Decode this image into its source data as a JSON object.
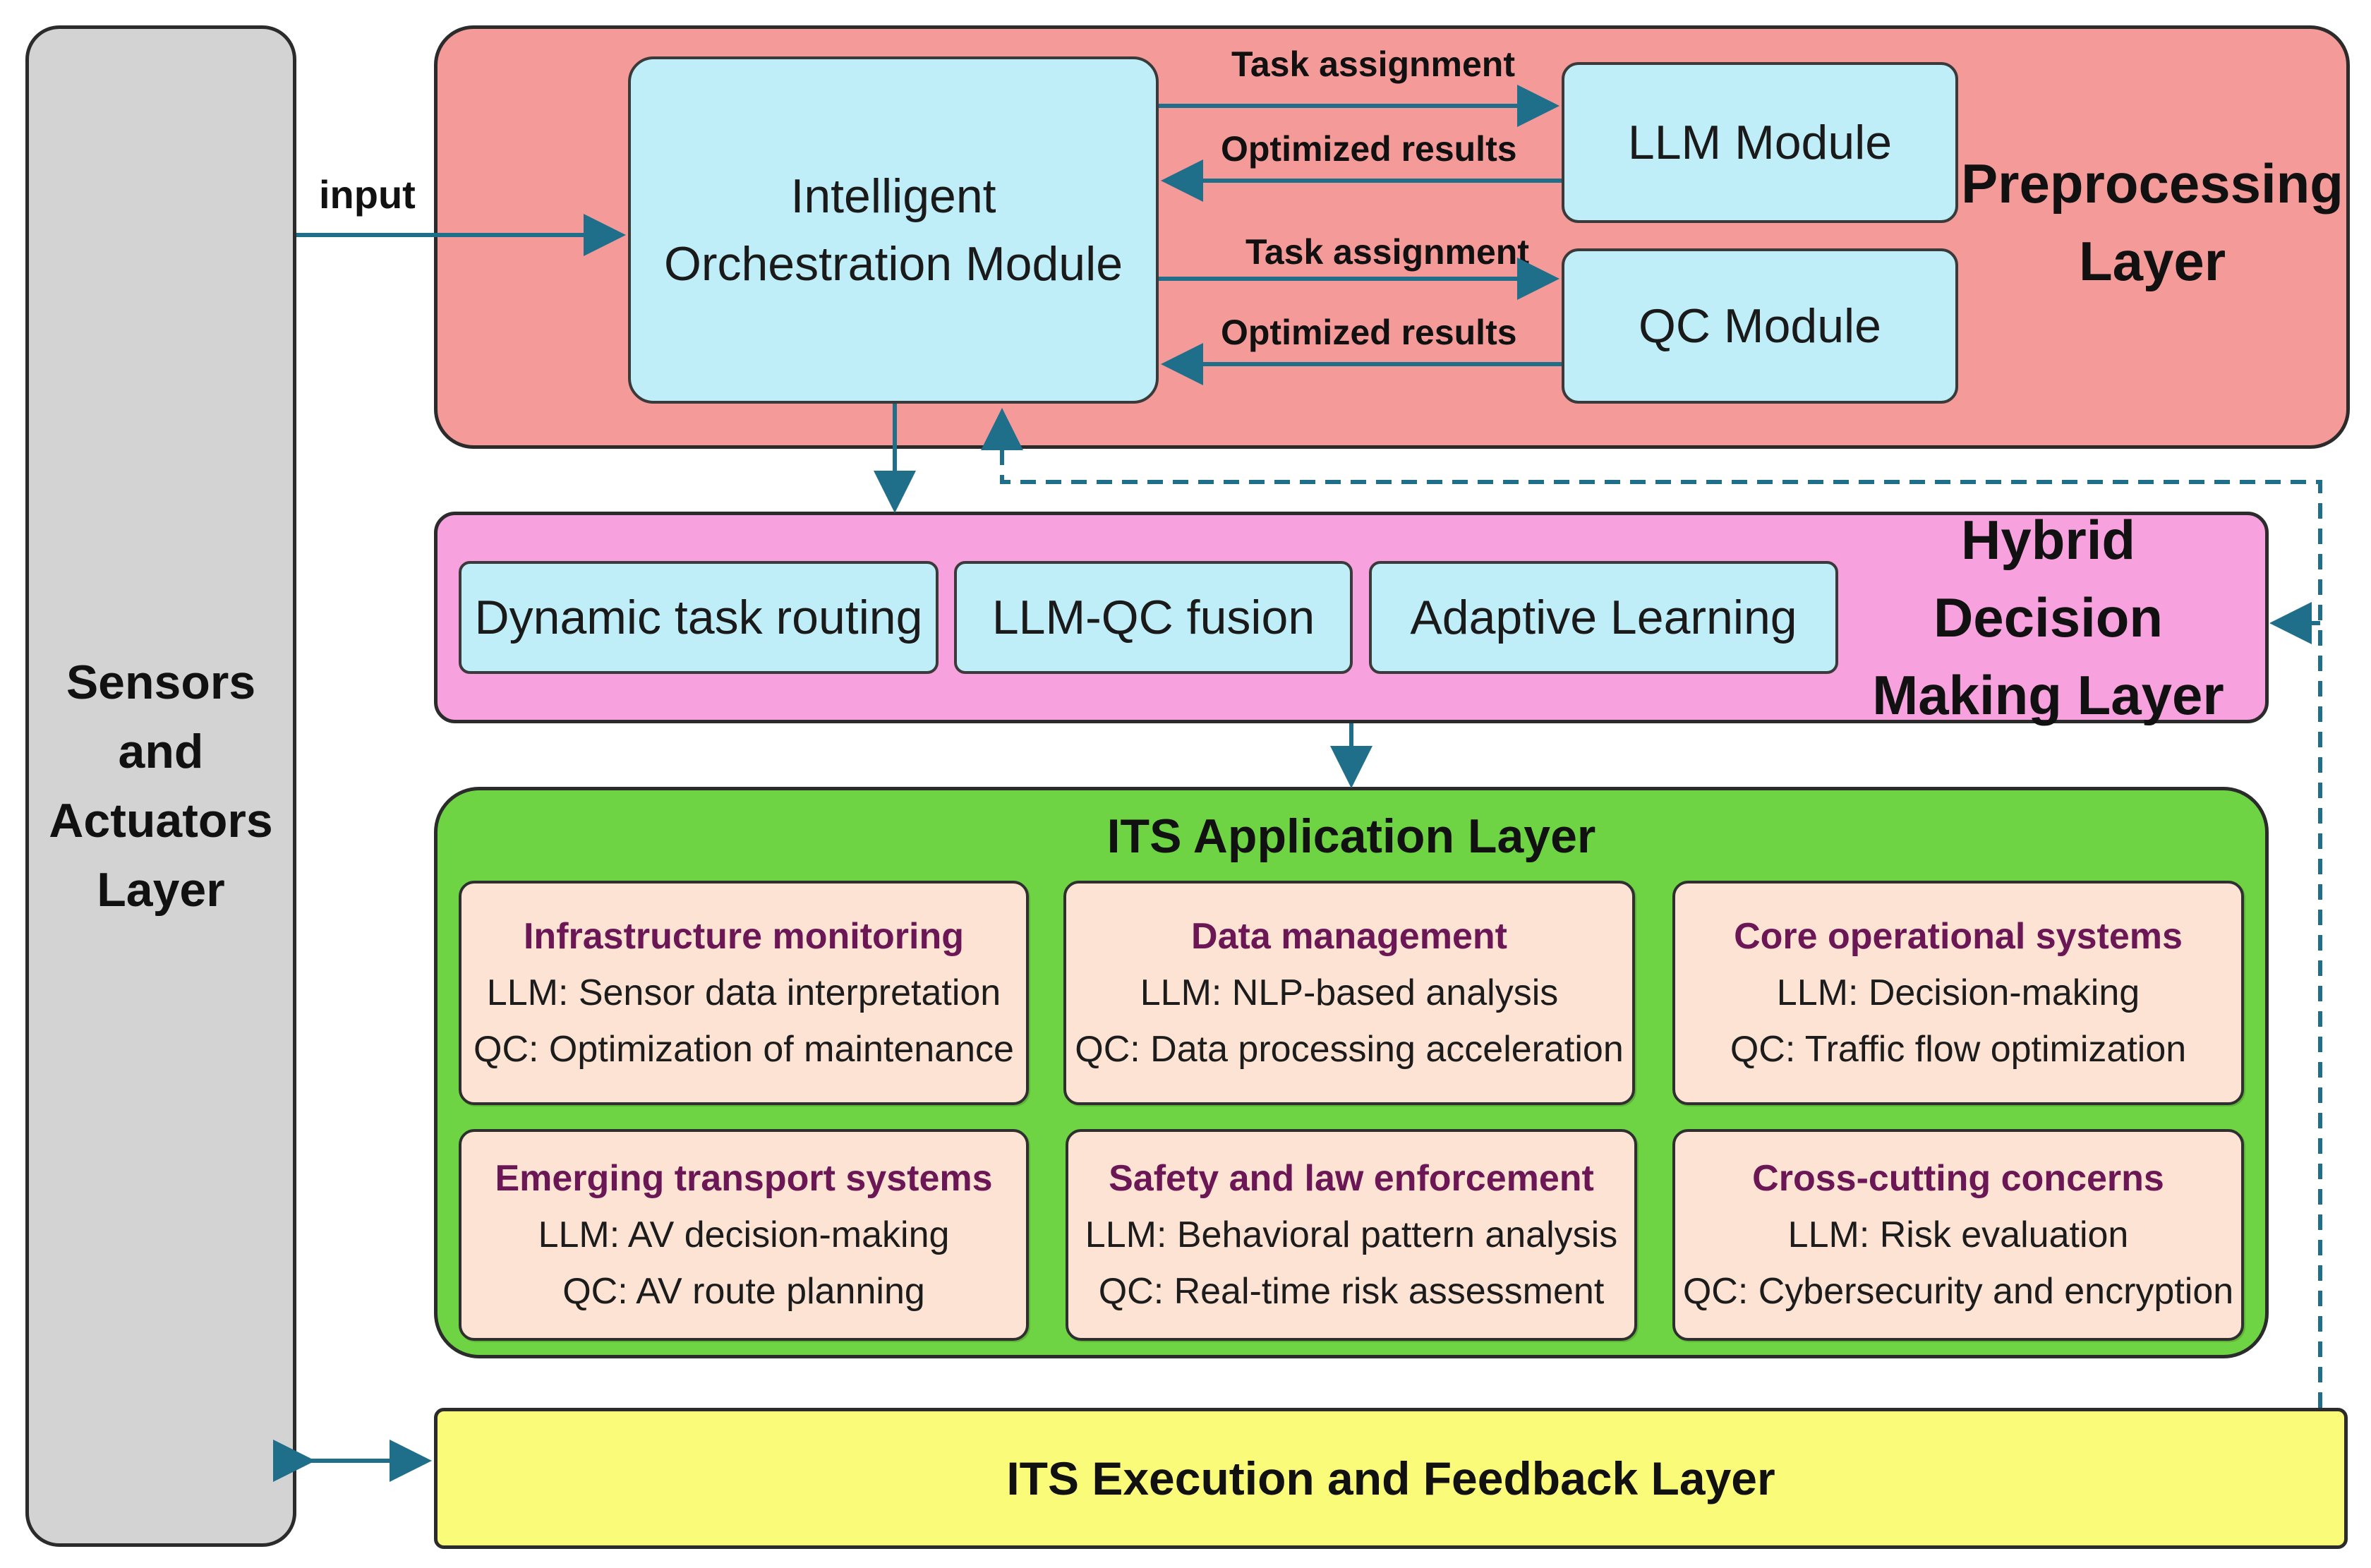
{
  "sensors_layer": {
    "label": "Sensors and Actuators Layer",
    "lines": [
      "Sensors",
      "and",
      "Actuators",
      "Layer"
    ],
    "color": "#d3d3d3"
  },
  "input_label": "input",
  "preprocessing": {
    "title_lines": [
      "Preprocessing",
      "Layer"
    ],
    "color": "#f49a98",
    "orchestration": {
      "lines": [
        "Intelligent",
        "Orchestration Module"
      ]
    },
    "llm_module": "LLM Module",
    "qc_module": "QC Module",
    "arrows": {
      "task_assignment_1": "Task assignment",
      "optimized_results_1": "Optimized results",
      "task_assignment_2": "Task assignment",
      "optimized_results_2": "Optimized results"
    }
  },
  "hybrid": {
    "title_lines": [
      "Hybrid Decision",
      "Making Layer"
    ],
    "color": "#f7a1de",
    "items": [
      "Dynamic task routing",
      "LLM-QC fusion",
      "Adaptive Learning"
    ]
  },
  "its_app": {
    "title": "ITS Application Layer",
    "color": "#6fd444",
    "cards": [
      {
        "title": "Infrastructure monitoring",
        "llm": "LLM: Sensor data interpretation",
        "qc": "QC: Optimization of maintenance"
      },
      {
        "title": "Data management",
        "llm": "LLM: NLP-based analysis",
        "qc": "QC: Data processing acceleration"
      },
      {
        "title": "Core operational systems",
        "llm": "LLM: Decision-making",
        "qc": "QC: Traffic flow optimization"
      },
      {
        "title": "Emerging transport systems",
        "llm": "LLM: AV decision-making",
        "qc": "QC: AV route planning"
      },
      {
        "title": "Safety and law enforcement",
        "llm": "LLM: Behavioral pattern analysis",
        "qc": "QC: Real-time risk assessment"
      },
      {
        "title": "Cross-cutting concerns",
        "llm": "LLM: Risk evaluation",
        "qc": "QC: Cybersecurity and encryption"
      }
    ]
  },
  "execution": {
    "title": "ITS Execution and Feedback Layer",
    "color": "#fbfb7a"
  },
  "colors": {
    "arrow": "#1f6f8b",
    "inner_box": "#bfeef9",
    "card": "#fde3d3",
    "card_title": "#6b1756"
  }
}
